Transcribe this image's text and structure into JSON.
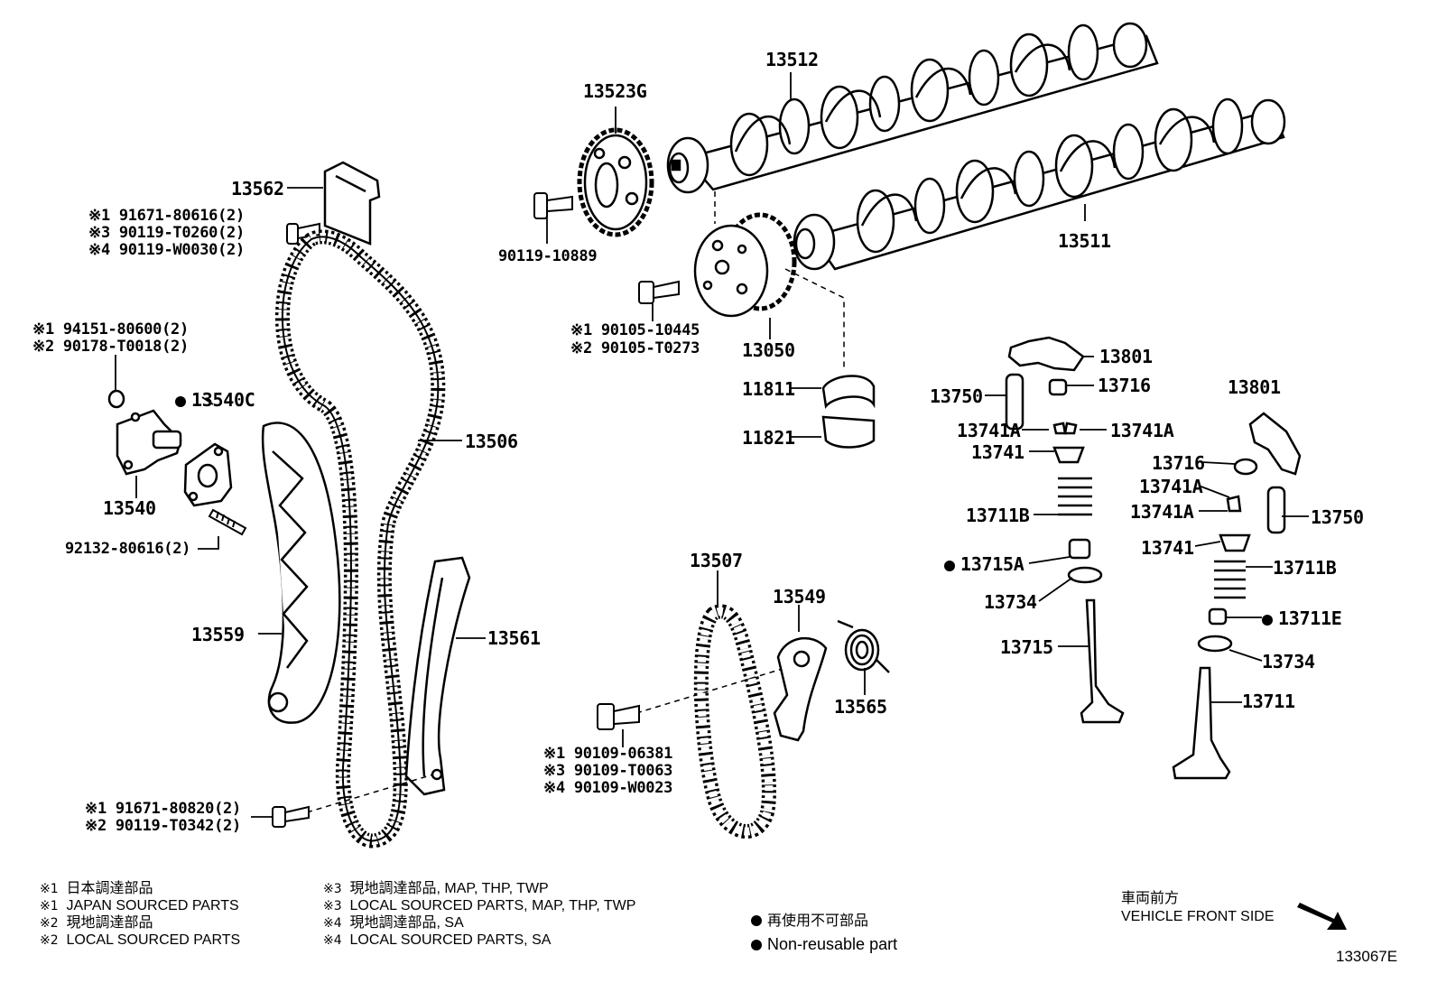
{
  "diagram": {
    "figure_code": "133067E",
    "parts": [
      {
        "id": "p13512",
        "label": "13512"
      },
      {
        "id": "p13523G",
        "label": "13523G"
      },
      {
        "id": "p13562",
        "label": "13562"
      },
      {
        "id": "p91671_80616",
        "label": "※1 91671-80616(2)"
      },
      {
        "id": "p90119_T0260",
        "label": "※3 90119-T0260(2)"
      },
      {
        "id": "p90119_W0030",
        "label": "※4 90119-W0030(2)"
      },
      {
        "id": "p90119_10889",
        "label": "90119-10889"
      },
      {
        "id": "p13511",
        "label": "13511"
      },
      {
        "id": "p90105_10445",
        "label": "※1 90105-10445"
      },
      {
        "id": "p90105_T0273",
        "label": "※2 90105-T0273"
      },
      {
        "id": "p13050",
        "label": "13050"
      },
      {
        "id": "p94151_80600",
        "label": "※1 94151-80600(2)"
      },
      {
        "id": "p90178_T0018",
        "label": "※2 90178-T0018(2)"
      },
      {
        "id": "p13540C",
        "label": "13540C"
      },
      {
        "id": "p13540",
        "label": "13540"
      },
      {
        "id": "p92132_80616",
        "label": "92132-80616(2)"
      },
      {
        "id": "p13506",
        "label": "13506"
      },
      {
        "id": "p11811",
        "label": "11811"
      },
      {
        "id": "p11821",
        "label": "11821"
      },
      {
        "id": "p13801a",
        "label": "13801"
      },
      {
        "id": "p13750a",
        "label": "13750"
      },
      {
        "id": "p13716a",
        "label": "13716"
      },
      {
        "id": "p13741Aa",
        "label": "13741A"
      },
      {
        "id": "p13741Ab",
        "label": "13741A"
      },
      {
        "id": "p13741a",
        "label": "13741"
      },
      {
        "id": "p13801b",
        "label": "13801"
      },
      {
        "id": "p13716b",
        "label": "13716"
      },
      {
        "id": "p13741Ac",
        "label": "13741A"
      },
      {
        "id": "p13741Ad",
        "label": "13741A"
      },
      {
        "id": "p13750b",
        "label": "13750"
      },
      {
        "id": "p13711Ba",
        "label": "13711B"
      },
      {
        "id": "p13741b",
        "label": "13741"
      },
      {
        "id": "p13715A",
        "label": "13715A"
      },
      {
        "id": "p13711Bb",
        "label": "13711B"
      },
      {
        "id": "p13734a",
        "label": "13734"
      },
      {
        "id": "p13711E",
        "label": "13711E"
      },
      {
        "id": "p13715",
        "label": "13715"
      },
      {
        "id": "p13734b",
        "label": "13734"
      },
      {
        "id": "p13711",
        "label": "13711"
      },
      {
        "id": "p13559",
        "label": "13559"
      },
      {
        "id": "p13561",
        "label": "13561"
      },
      {
        "id": "p13507",
        "label": "13507"
      },
      {
        "id": "p13549",
        "label": "13549"
      },
      {
        "id": "p13565",
        "label": "13565"
      },
      {
        "id": "p90109_06381",
        "label": "※1 90109-06381"
      },
      {
        "id": "p90109_T0063",
        "label": "※3 90109-T0063"
      },
      {
        "id": "p90109_W0023",
        "label": "※4 90109-W0023"
      },
      {
        "id": "p91671_80820",
        "label": "※1 91671-80820(2)"
      },
      {
        "id": "p90119_T0342",
        "label": "※2 90119-T0342(2)"
      }
    ]
  },
  "legend": {
    "notes": [
      {
        "mark": "※1",
        "text": "日本調達部品"
      },
      {
        "mark": "※1",
        "text": "JAPAN SOURCED PARTS"
      },
      {
        "mark": "※2",
        "text": "現地調達部品"
      },
      {
        "mark": "※2",
        "text": "LOCAL SOURCED PARTS"
      },
      {
        "mark": "※3",
        "text": "現地調達部品, MAP, THP, TWP"
      },
      {
        "mark": "※3",
        "text": "LOCAL SOURCED PARTS, MAP, THP, TWP"
      },
      {
        "mark": "※4",
        "text": "現地調達部品, SA"
      },
      {
        "mark": "※4",
        "text": "LOCAL SOURCED PARTS, SA"
      }
    ],
    "nonreusable_ja": "再使用不可部品",
    "nonreusable_en": "Non-reusable part",
    "front_ja": "車両前方",
    "front_en": "VEHICLE FRONT SIDE"
  }
}
